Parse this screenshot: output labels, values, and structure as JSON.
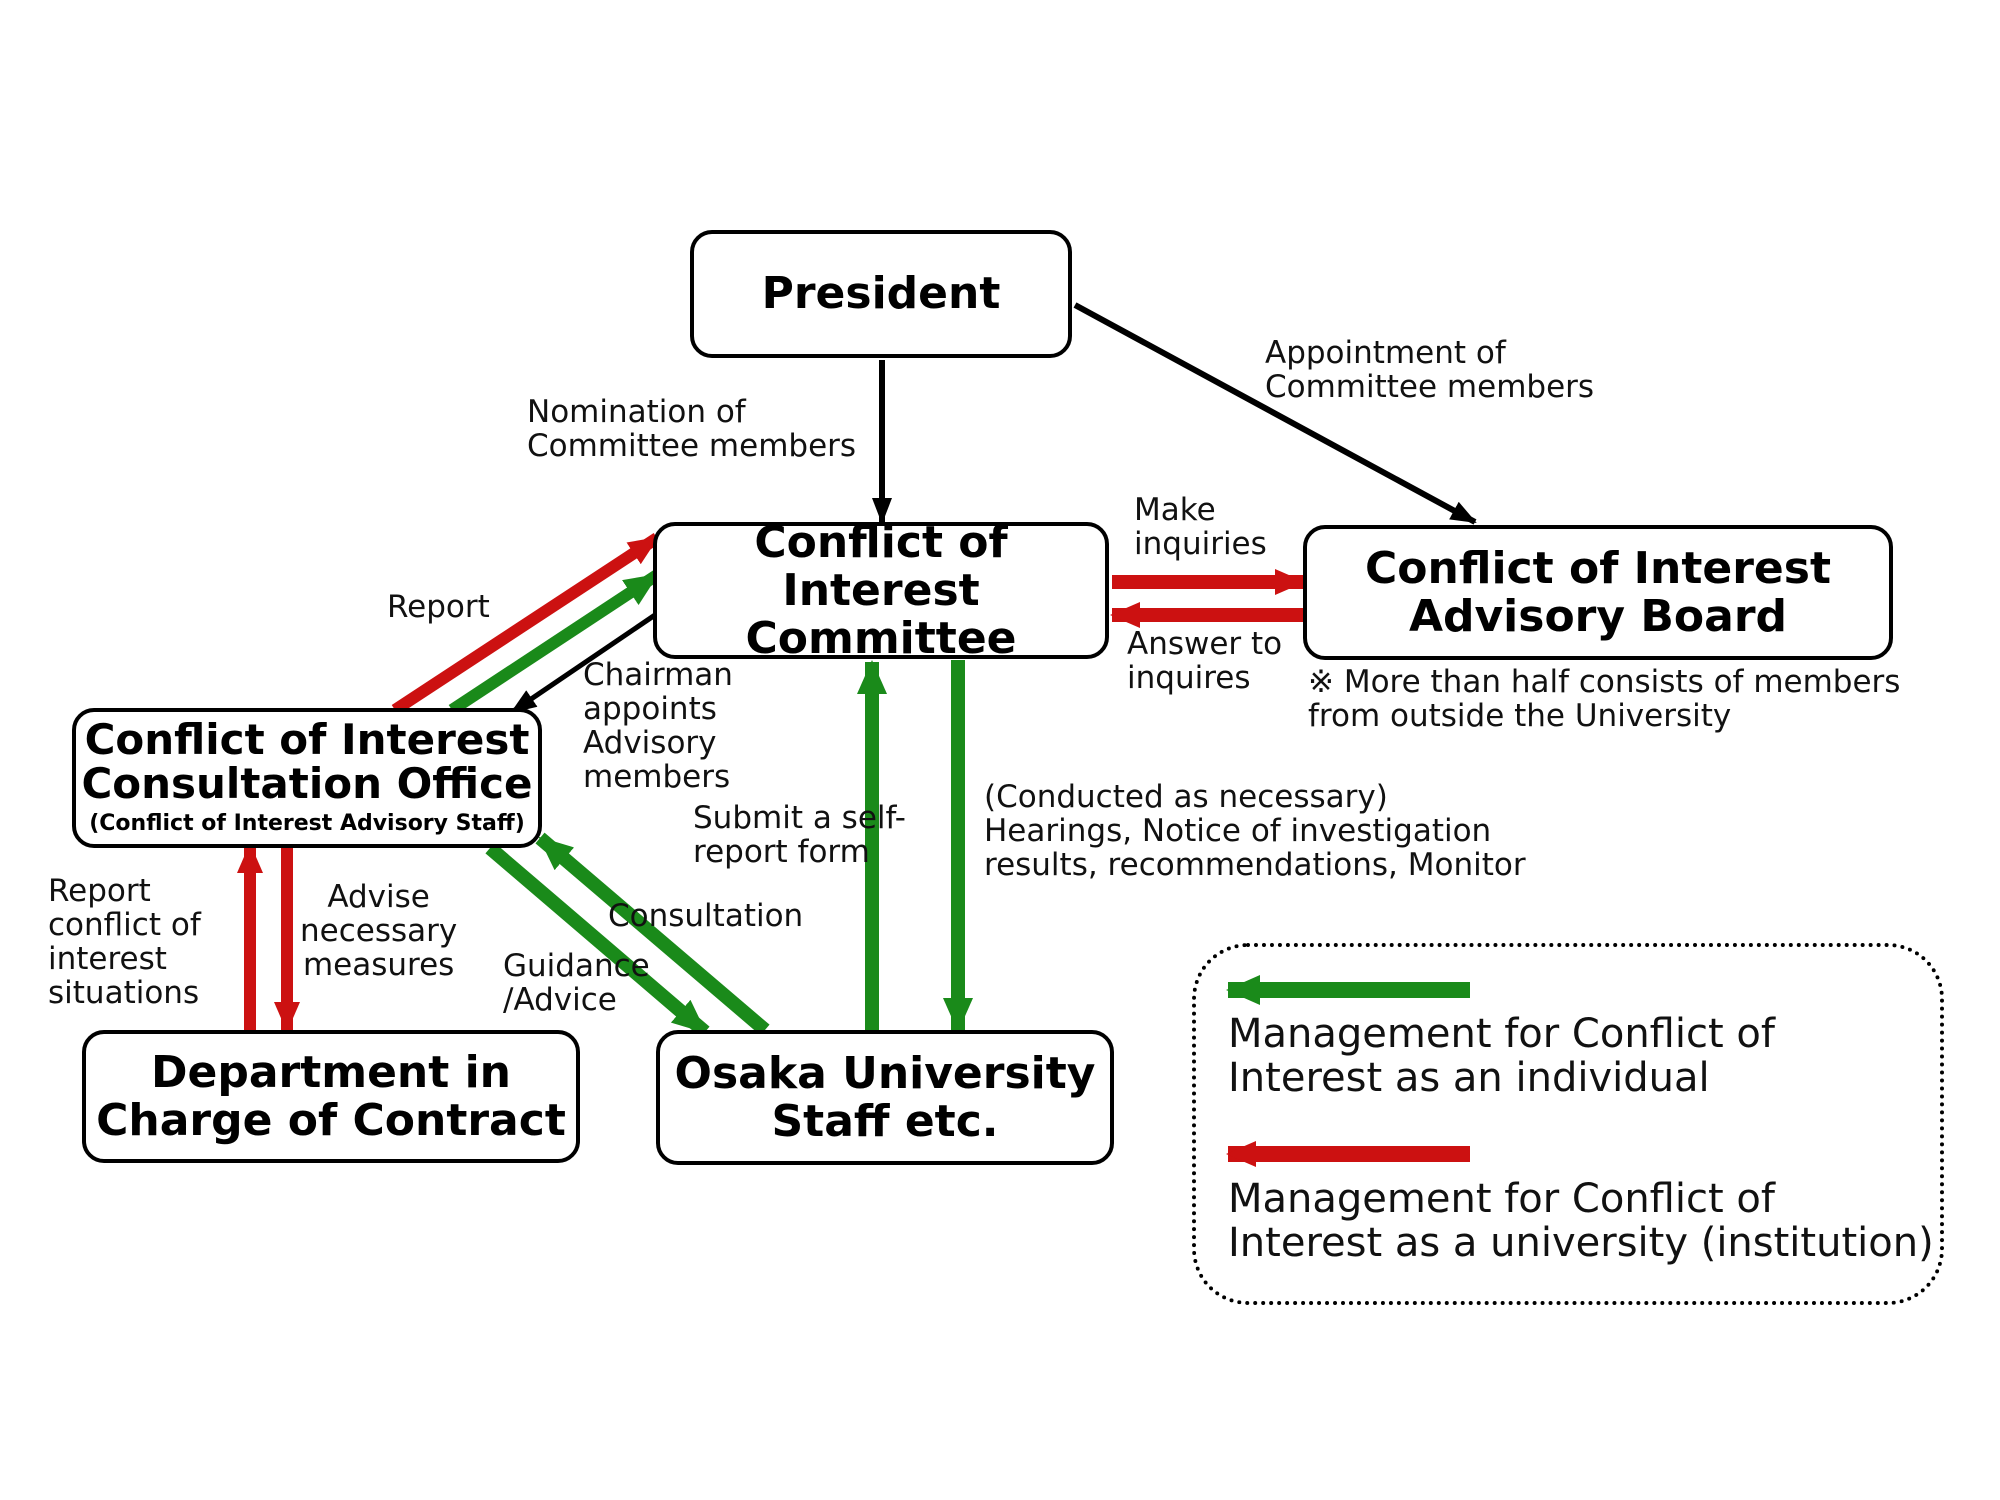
{
  "colors": {
    "individual": "#1a8a1a",
    "institution": "#cc1111",
    "neutral": "#000000"
  },
  "nodes": {
    "president": {
      "title": "President"
    },
    "committee": {
      "title": "Conflict of Interest\nCommittee"
    },
    "advisory_board": {
      "title": "Conflict of Interest\nAdvisory Board"
    },
    "consultation_office": {
      "title": "Conflict of Interest\nConsultation Office",
      "subtitle": "(Conflict of Interest Advisory Staff)"
    },
    "department": {
      "title": "Department in\nCharge of Contract"
    },
    "staff": {
      "title": "Osaka University\nStaff etc."
    }
  },
  "labels": {
    "nomination": "Nomination of\nCommittee members",
    "appointment": "Appointment of\n Committee members",
    "make_inquiries": "Make\ninquiries",
    "answer_inquiries": "Answer to\ninquires",
    "advisory_note": "※ More than half consists of  members\nfrom outside the University",
    "report": "Report",
    "chairman_appoints": "Chairman\nappoints\nAdvisory\nmembers",
    "submit_self_report": "Submit a self-\nreport form",
    "conducted": "(Conducted as necessary)\nHearings, Notice of investigation\nresults, recommendations, Monitor",
    "consultation": "Consultation",
    "guidance": "Guidance\n/Advice",
    "report_conflict": "Report\nconflict of\ninterest\nsituations",
    "advise_measures": "Advise\nnecessary\nmeasures"
  },
  "legend": {
    "individual": "Management for Conflict of\nInterest as an individual",
    "institution": "Management for Conflict of\nInterest as a university (institution)"
  }
}
